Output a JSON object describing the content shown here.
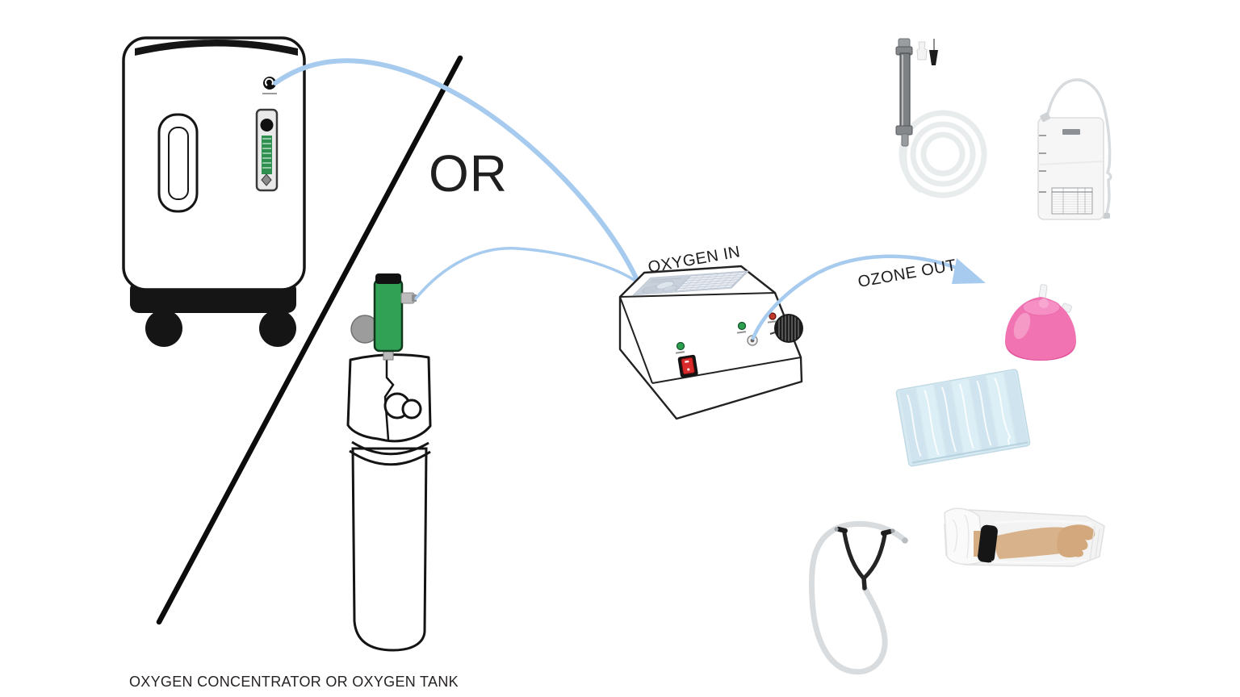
{
  "diagram": {
    "title_hint": "ozone therapy setup diagram",
    "labels": {
      "oxygen_in": "OXYGEN IN",
      "ozone_out": "OZONE OUT",
      "or": "OR",
      "caption": "OXYGEN CONCENTRATOR OR OXYGEN TANK"
    },
    "colors": {
      "background": "#ffffff",
      "outline_black": "#151515",
      "tube_blue": "#a7cbee",
      "regulator_green": "#31a156",
      "flowmeter_green": "#2e8f4e",
      "led_green": "#2da04f",
      "led_red": "#c0392b",
      "switch_red": "#d92b2b",
      "panel_sticker_gray": "#c8d0db",
      "cup_pink": "#f173b2",
      "sleeves_blue": "#d7eaf2",
      "skin_tone": "#d7b28a"
    },
    "items": [
      {
        "name": "oxygen-concentrator"
      },
      {
        "name": "oxygen-tank"
      },
      {
        "name": "ozone-generator"
      },
      {
        "name": "ozone-catheter-kit"
      },
      {
        "name": "ozone-bag"
      },
      {
        "name": "ozone-cupping-bell"
      },
      {
        "name": "sterile-sleeves-pack"
      },
      {
        "name": "stethoscope"
      },
      {
        "name": "arm-in-limb-bag"
      }
    ]
  }
}
